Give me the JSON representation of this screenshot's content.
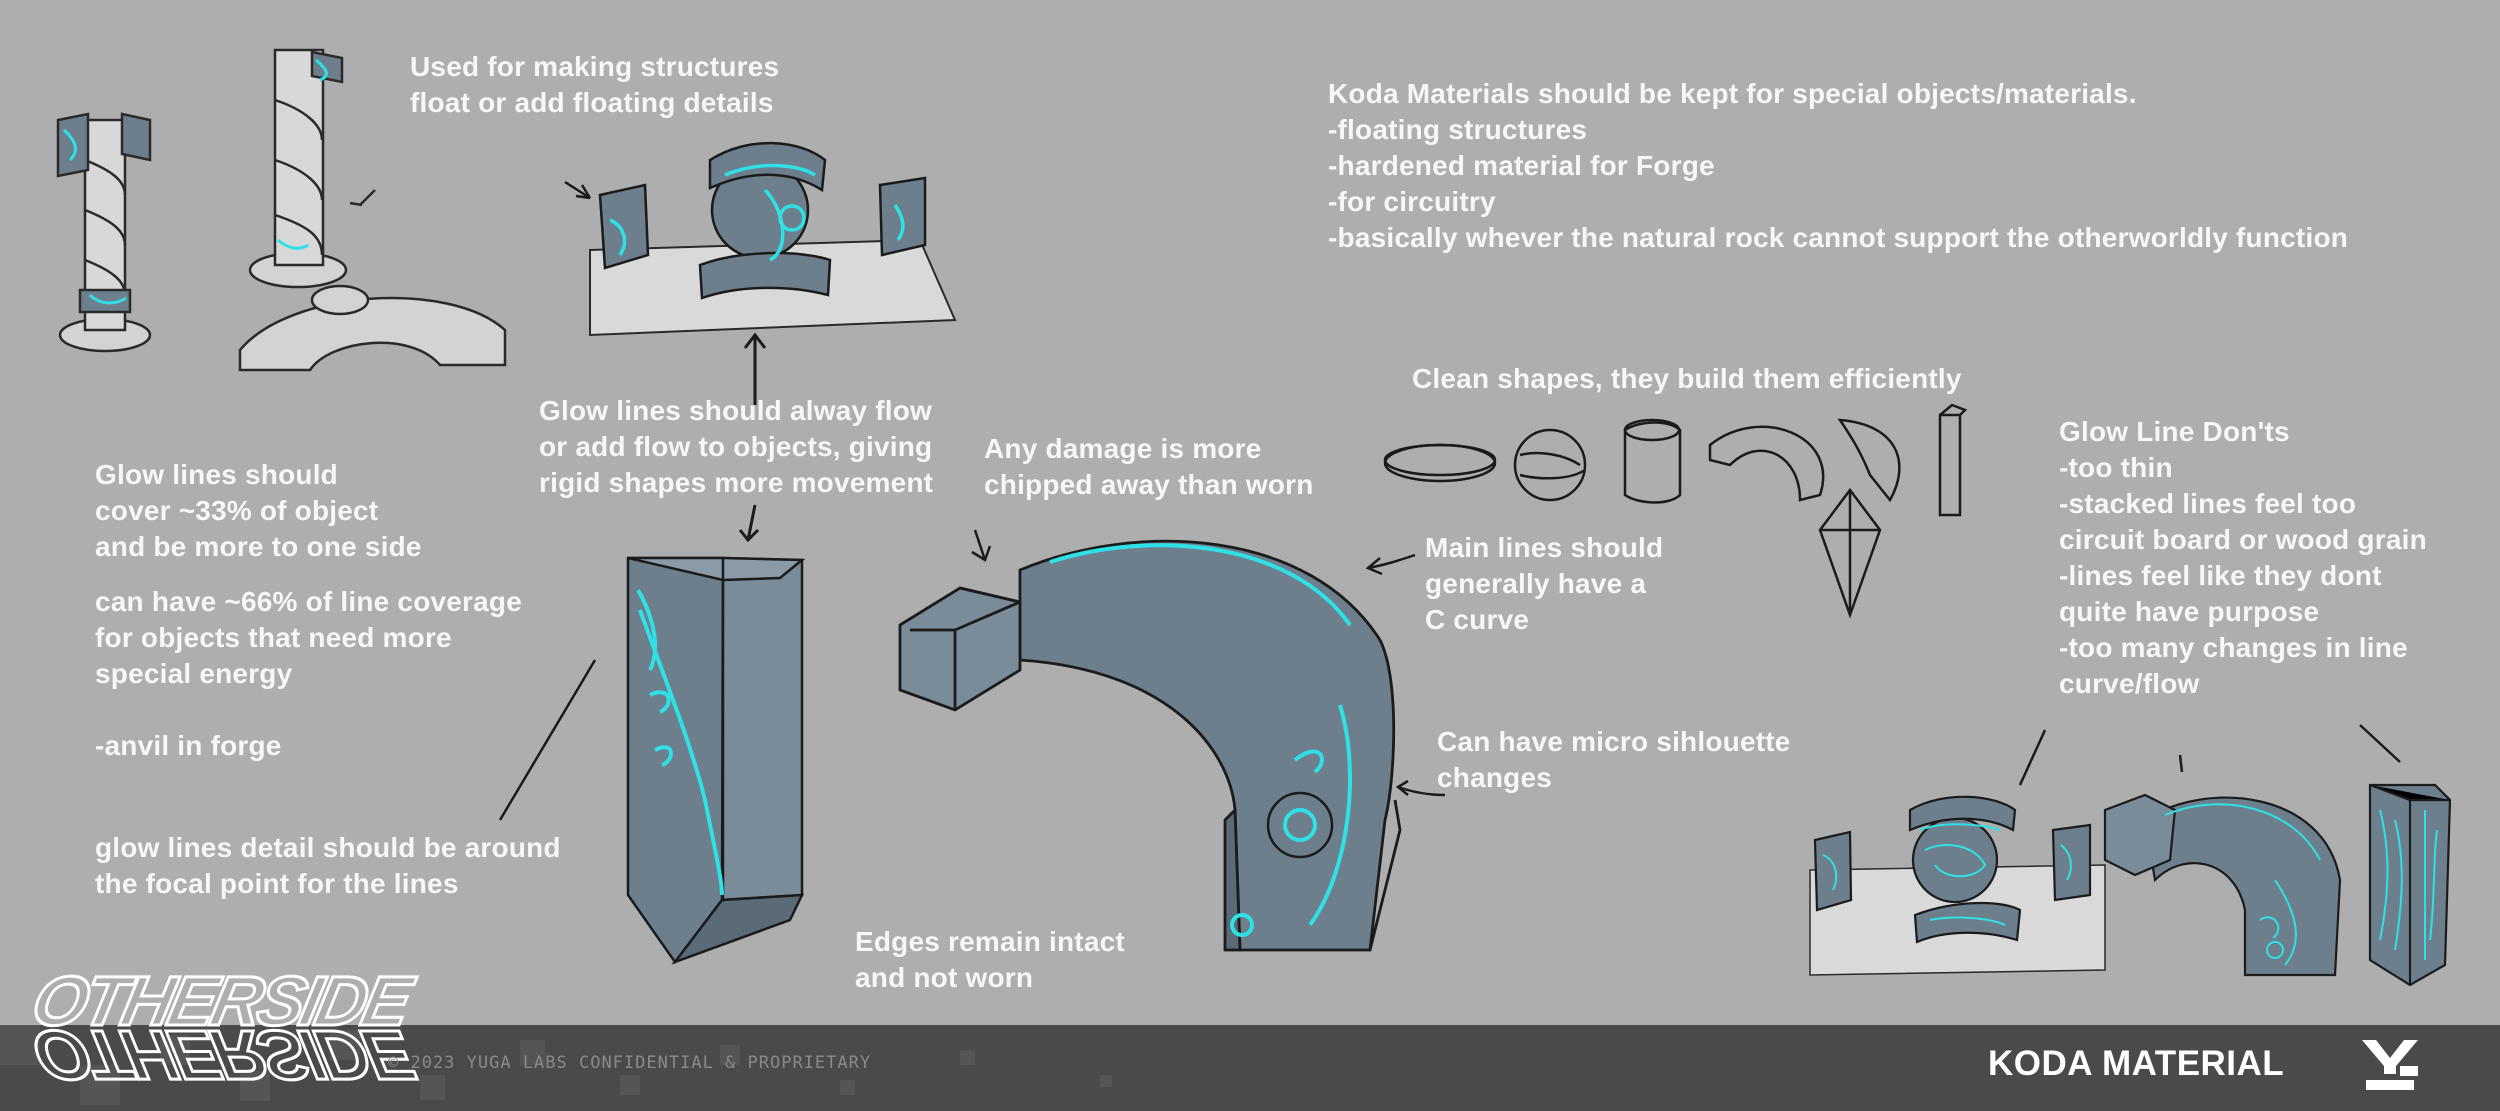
{
  "notes": {
    "floating_structures": "Used for making structures\nfloat or add floating details",
    "koda_materials": "Koda Materials should be kept for special objects/materials.\n-floating structures\n-hardened material for Forge\n-for circuitry\n-basically whever the natural rock cannot support the otherworldly function",
    "clean_shapes": "Clean shapes, they build them efficiently",
    "glow_flow": "Glow lines should alway flow\nor add flow to objects, giving\nrigid shapes more movement",
    "damage": "Any damage is more\nchipped away than worn",
    "glow_coverage": "Glow lines should\ncover ~33% of object\nand be more to one side",
    "line_coverage": "can have ~66% of line coverage\nfor objects that need more\nspecial energy\n\n-anvil in forge",
    "focal_point": "glow lines detail should be around\nthe focal point for the lines",
    "main_lines": "Main lines should\ngenerally have a\nC curve",
    "micro_silhouette": "Can have micro sihlouette\nchanges",
    "edges": "Edges remain intact\nand not worn",
    "donts": "Glow Line Don'ts\n-too thin\n-stacked lines feel too\ncircuit board or wood grain\n-lines feel like they dont\nquite have purpose\n-too many changes in line\ncurve/flow"
  },
  "footer": {
    "logo_text": "OTHERSIDE",
    "copyright": "© 2023 YUGA LABS CONFIDENTIAL & PROPRIETARY",
    "title": "KODA MATERIAL",
    "brand_icon": "yuga-icon"
  },
  "colors": {
    "background": "#aeaeae",
    "stone": "#6d7f8c",
    "stone_dark": "#5a6a76",
    "glow": "#2fe0e6",
    "ink": "#1b1b1b",
    "footer": "#4a4a4a",
    "text": "#f7f7f7"
  }
}
